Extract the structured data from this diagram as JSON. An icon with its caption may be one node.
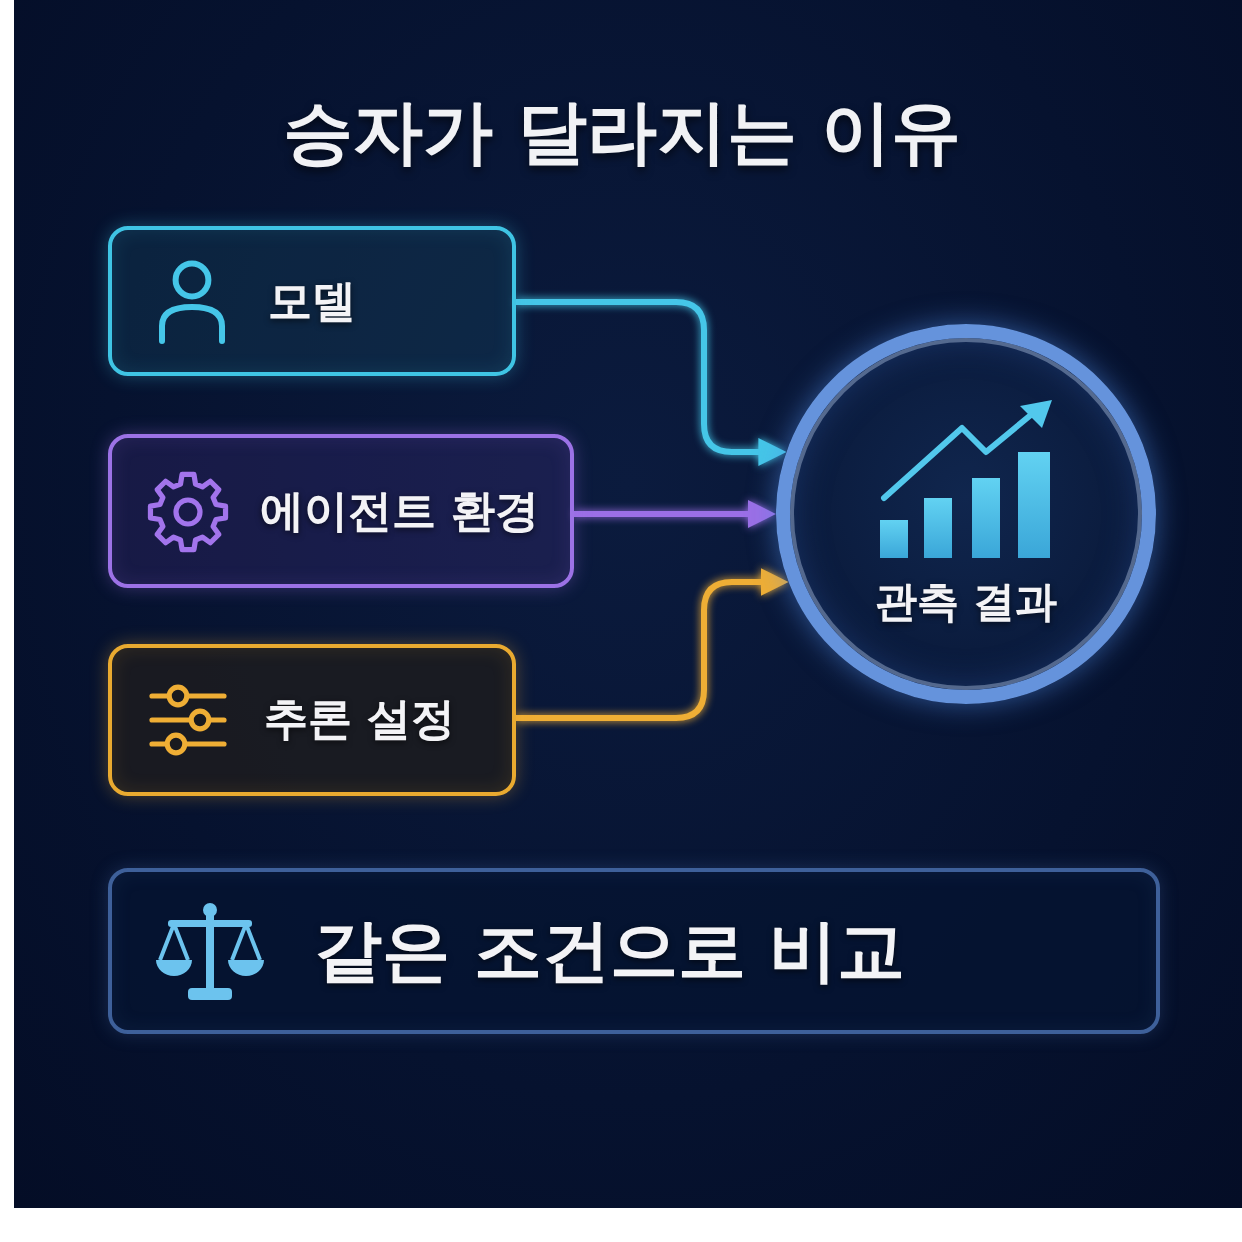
{
  "diagram": {
    "title": "승자가 달라지는 이유",
    "nodes": [
      {
        "text": [
          "모델"
        ]
      },
      {
        "text": [
          "에이전트 환경"
        ]
      },
      {
        "text": [
          "추론 설정"
        ]
      },
      {
        "text": [
          "관측 결과"
        ]
      },
      {
        "text": [
          "같은 조건으로 비교"
        ]
      }
    ],
    "edges": [
      {
        "from": 0,
        "to": 3,
        "arrow": "to",
        "color": "#45c6e8"
      },
      {
        "from": 1,
        "to": 3,
        "arrow": "to",
        "color": "#9b6fe6"
      },
      {
        "from": 2,
        "to": 3,
        "arrow": "to",
        "color": "#efae35"
      }
    ]
  }
}
